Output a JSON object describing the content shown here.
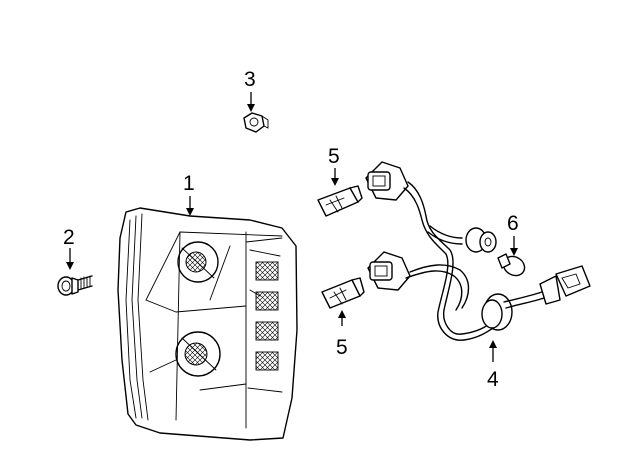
{
  "diagram": {
    "callouts": [
      {
        "id": "1",
        "label": "1"
      },
      {
        "id": "2",
        "label": "2"
      },
      {
        "id": "3",
        "label": "3"
      },
      {
        "id": "4",
        "label": "4"
      },
      {
        "id": "5a",
        "label": "5"
      },
      {
        "id": "5b",
        "label": "5"
      },
      {
        "id": "6",
        "label": "6"
      }
    ]
  }
}
